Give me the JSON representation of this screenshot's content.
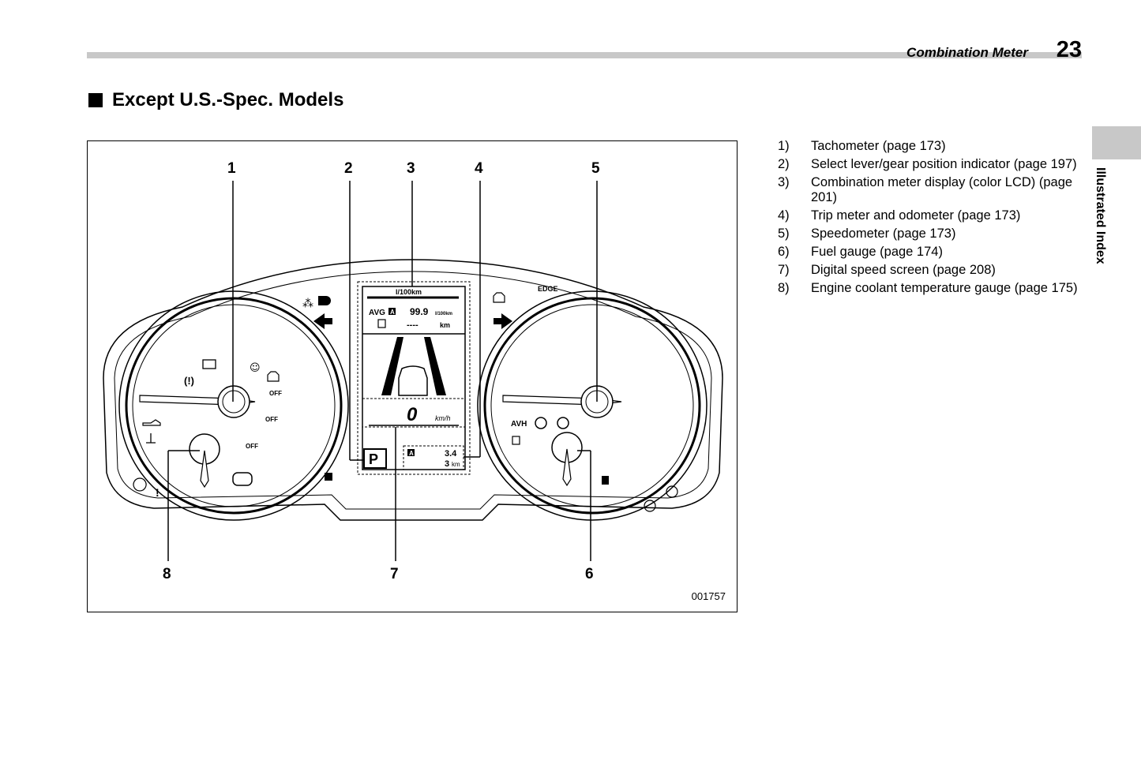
{
  "header": {
    "running_head": "Combination Meter",
    "page_number": "23"
  },
  "section": {
    "title": "Except U.S.-Spec. Models"
  },
  "side_tab": {
    "label": "Illustrated Index"
  },
  "figure": {
    "id": "001757",
    "callouts": [
      "1",
      "2",
      "3",
      "4",
      "5",
      "6",
      "7",
      "8"
    ],
    "display": {
      "fuel_unit": "l/100km",
      "avg_label": "AVG",
      "avg_letter": "A",
      "avg_value": "99.9",
      "avg_unit": "l/100km",
      "range_value": "----",
      "range_unit": "km",
      "speed_value": "0",
      "speed_unit": "km/h",
      "gear": "P",
      "trip_value": "3.4",
      "odo_value": "3",
      "odo_unit": "km",
      "trip_letter": "A"
    },
    "labels": {
      "off": "OFF",
      "avh": "AVH",
      "edge": "EDGE"
    }
  },
  "legend": [
    {
      "num": "1)",
      "text": "Tachometer (page 173)"
    },
    {
      "num": "2)",
      "text": "Select lever/gear position indicator (page 197)"
    },
    {
      "num": "3)",
      "text": "Combination meter display (color LCD) (page 201)"
    },
    {
      "num": "4)",
      "text": "Trip meter and odometer (page 173)"
    },
    {
      "num": "5)",
      "text": "Speedometer (page 173)"
    },
    {
      "num": "6)",
      "text": "Fuel gauge (page 174)"
    },
    {
      "num": "7)",
      "text": "Digital speed screen (page 208)"
    },
    {
      "num": "8)",
      "text": "Engine coolant temperature gauge (page 175)"
    }
  ]
}
